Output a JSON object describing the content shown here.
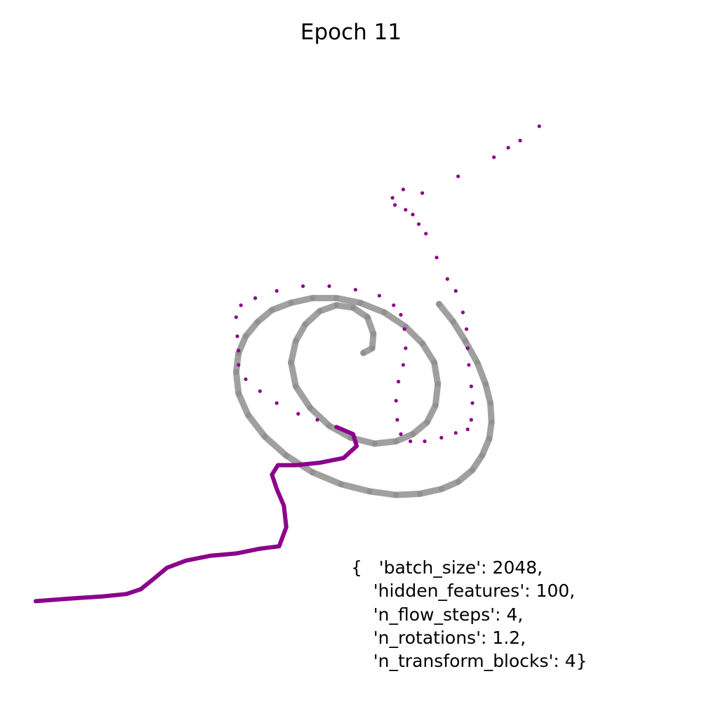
{
  "chart_data": {
    "type": "scatter",
    "title": "Epoch 11",
    "xlabel": "",
    "ylabel": "",
    "axes_visible": false,
    "grid": false,
    "legend": null,
    "colors": {
      "target": "#808080",
      "generated": "#8b008b"
    },
    "series": [
      {
        "color": "#808080",
        "kind": "dense-spiral-point-cloud",
        "x": [
          -0.07,
          0.3,
          0.35,
          0.1,
          -0.5,
          -1.2,
          -1.9,
          -2.5,
          -2.9,
          -3.1,
          -2.9,
          -2.3,
          -1.5,
          -0.6,
          0.4,
          1.3,
          2.0,
          2.6,
          2.95,
          3.05,
          2.9,
          2.4,
          1.7,
          0.8,
          -0.2,
          -1.2,
          -2.2,
          -3.1,
          -3.9,
          -4.5,
          -5.0,
          -5.3,
          -5.4,
          -5.3,
          -4.9,
          -4.2,
          -3.3,
          -2.2,
          -1.0,
          0.2,
          1.3,
          2.3,
          3.2,
          3.9,
          4.5,
          4.9,
          5.2,
          5.3,
          5.25,
          5.05,
          4.7,
          4.2,
          3.7,
          3.1
        ],
        "y": [
          0.8,
          1.0,
          1.6,
          2.3,
          2.7,
          2.8,
          2.55,
          2.0,
          1.3,
          0.4,
          -0.6,
          -1.5,
          -2.25,
          -2.75,
          -3.0,
          -2.9,
          -2.6,
          -2.1,
          -1.4,
          -0.5,
          0.4,
          1.2,
          1.9,
          2.5,
          2.9,
          3.1,
          3.1,
          2.9,
          2.6,
          2.1,
          1.5,
          0.8,
          0.0,
          -0.9,
          -1.8,
          -2.7,
          -3.5,
          -4.2,
          -4.7,
          -5.0,
          -5.15,
          -5.1,
          -4.9,
          -4.6,
          -4.1,
          -3.5,
          -2.8,
          -2.1,
          -1.3,
          -0.5,
          0.4,
          1.3,
          2.1,
          2.85
        ]
      },
      {
        "color": "#8b008b",
        "kind": "generated-samples",
        "x": [
          -13.8,
          -12.5,
          -11.0,
          -10.0,
          -9.4,
          -8.9,
          -8.3,
          -7.5,
          -6.5,
          -5.4,
          -4.4,
          -3.6,
          -3.3,
          -3.4,
          -3.7,
          -3.9,
          -3.65,
          -2.9,
          -1.9,
          -0.9,
          -0.35,
          -0.5,
          -1.2,
          -2.0,
          -2.8,
          -3.7,
          -4.4,
          -5.0,
          -5.3,
          -5.3,
          -5.35,
          -5.4,
          -5.2,
          -4.6,
          -3.7,
          -2.6,
          -1.5,
          -0.4,
          0.6,
          1.2,
          1.5,
          1.65,
          1.7,
          1.6,
          1.4,
          1.3,
          1.35,
          1.5,
          1.9,
          2.5,
          3.2,
          3.8,
          4.3,
          4.45,
          4.5,
          4.45,
          4.35,
          4.3,
          4.25,
          4.1,
          3.8,
          3.45,
          3.0,
          2.55,
          2.25,
          2.0,
          1.7,
          1.25,
          1.15,
          1.6,
          2.4,
          3.9,
          5.4,
          6.0,
          6.5,
          7.3
        ],
        "y": [
          -9.6,
          -9.5,
          -9.4,
          -9.3,
          -9.1,
          -8.7,
          -8.2,
          -7.9,
          -7.7,
          -7.6,
          -7.4,
          -7.3,
          -6.5,
          -5.6,
          -4.9,
          -4.3,
          -3.9,
          -3.9,
          -3.8,
          -3.6,
          -3.1,
          -2.6,
          -2.3,
          -2.0,
          -1.75,
          -1.3,
          -0.8,
          -0.3,
          0.3,
          0.9,
          1.5,
          2.3,
          2.8,
          3.1,
          3.4,
          3.6,
          3.6,
          3.45,
          3.2,
          2.8,
          2.4,
          1.8,
          1.0,
          0.3,
          -0.4,
          -1.2,
          -2.0,
          -2.6,
          -2.9,
          -2.9,
          -2.75,
          -2.55,
          -2.4,
          -2.0,
          -1.3,
          -0.6,
          0.3,
          1.0,
          1.8,
          2.5,
          3.4,
          3.9,
          4.8,
          5.8,
          6.2,
          6.6,
          6.8,
          7.0,
          7.3,
          7.65,
          7.5,
          8.2,
          9.0,
          9.4,
          9.7,
          10.3
        ]
      }
    ],
    "annotation": {
      "lines": [
        "{   'batch_size': 2048,",
        "    'hidden_features': 100,",
        "    'n_flow_steps': 4,",
        "    'n_rotations': 1.2,",
        "    'n_transform_blocks': 4}"
      ]
    }
  }
}
